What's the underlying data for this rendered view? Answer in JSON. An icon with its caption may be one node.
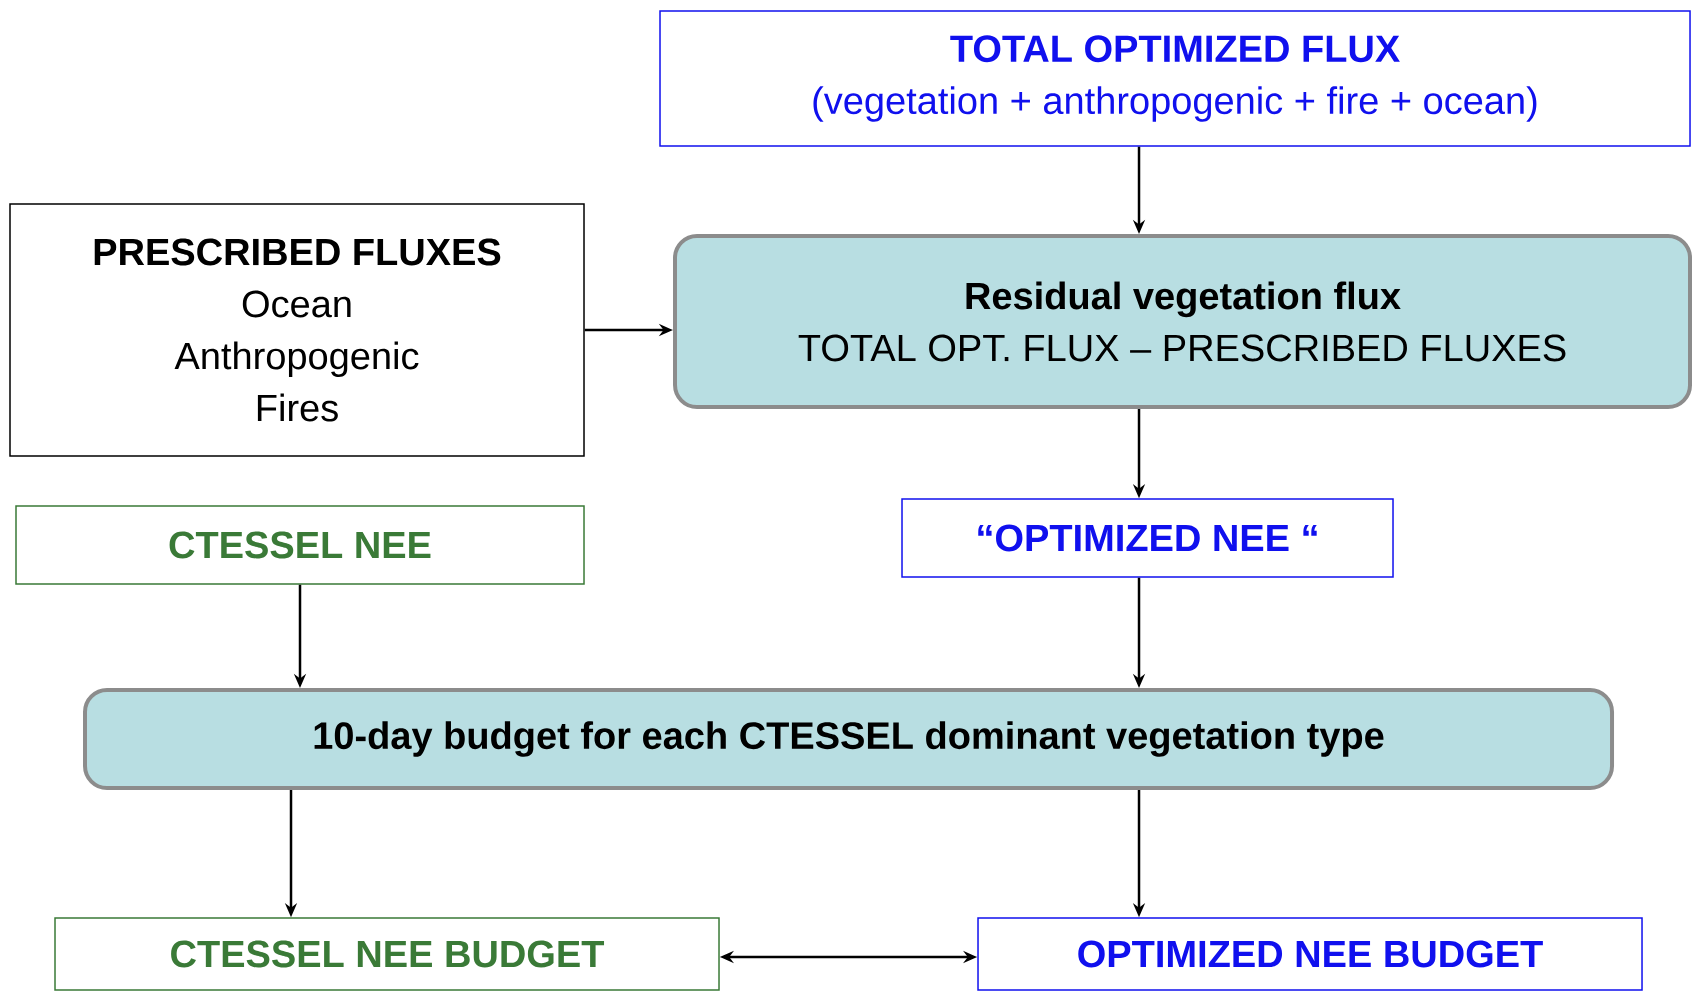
{
  "diagram": {
    "nodes": [
      {
        "text": [
          "TOTAL OPTIMIZED FLUX",
          "(vegetation + anthropogenic + fire + ocean)"
        ]
      },
      {
        "text": [
          "PRESCRIBED FLUXES",
          "Ocean",
          "Anthropogenic",
          "Fires"
        ]
      },
      {
        "text": [
          "Residual vegetation flux",
          "TOTAL OPT.  FLUX – PRESCRIBED FLUXES"
        ]
      },
      {
        "text": [
          "CTESSEL NEE"
        ]
      },
      {
        "text": [
          "“OPTIMIZED NEE “"
        ]
      },
      {
        "text": [
          "10-day budget for each CTESSEL dominant vegetation type"
        ]
      },
      {
        "text": [
          "CTESSEL  NEE  BUDGET"
        ]
      },
      {
        "text": [
          "OPTIMIZED  NEE  BUDGET"
        ]
      }
    ],
    "edges": [
      {
        "from": 0,
        "to": 2,
        "arrow": "to"
      },
      {
        "from": 1,
        "to": 2,
        "arrow": "to"
      },
      {
        "from": 2,
        "to": 4,
        "arrow": "to"
      },
      {
        "from": 3,
        "to": 5,
        "arrow": "to"
      },
      {
        "from": 4,
        "to": 5,
        "arrow": "to"
      },
      {
        "from": 5,
        "to": 6,
        "arrow": "to"
      },
      {
        "from": 5,
        "to": 7,
        "arrow": "to"
      },
      {
        "from": 6,
        "to": 7,
        "arrow": "both"
      }
    ]
  }
}
